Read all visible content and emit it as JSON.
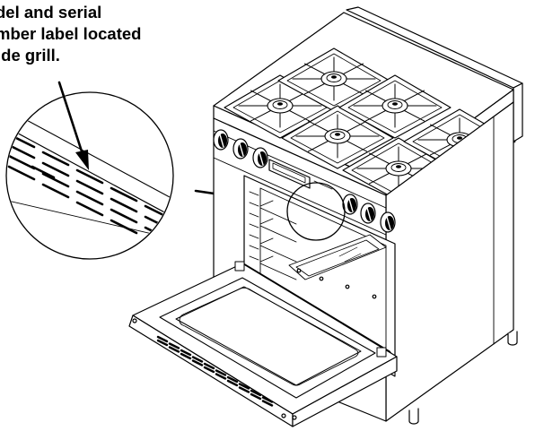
{
  "callout": {
    "lines": [
      "del and serial",
      "mber label located",
      "ide grill."
    ]
  },
  "colors": {
    "ink": "#000000",
    "paper": "#ffffff"
  }
}
